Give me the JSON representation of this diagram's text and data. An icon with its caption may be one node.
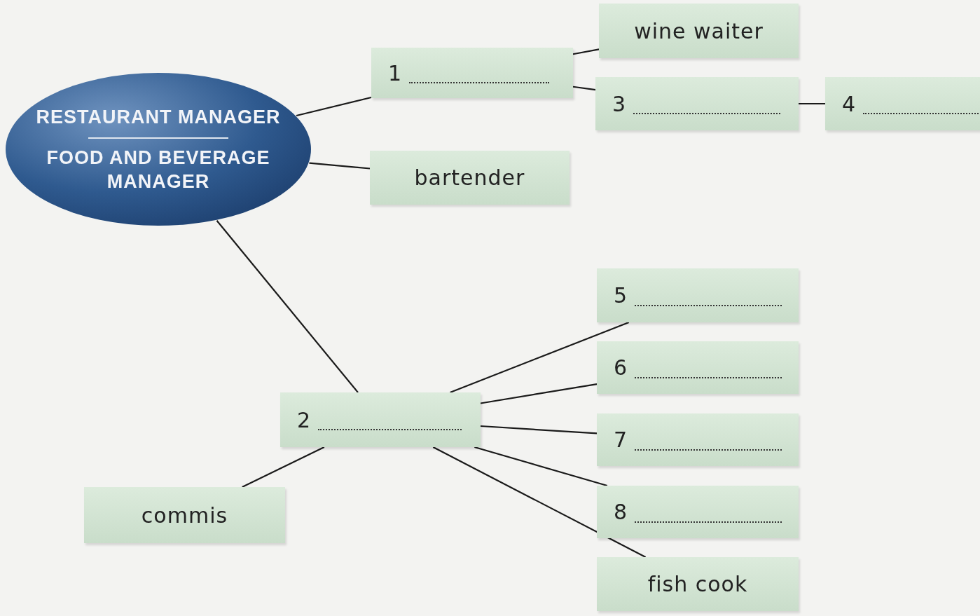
{
  "diagram": {
    "nodes": [
      {
        "text": [
          "RESTAURANT MANAGER",
          "FOOD AND BEVERAGE MANAGER"
        ]
      },
      {
        "text": [
          "1"
        ]
      },
      {
        "text": [
          "wine waiter"
        ]
      },
      {
        "text": [
          "3"
        ]
      },
      {
        "text": [
          "4"
        ]
      },
      {
        "text": [
          "bartender"
        ]
      },
      {
        "text": [
          "2"
        ]
      },
      {
        "text": [
          "5"
        ]
      },
      {
        "text": [
          "6"
        ]
      },
      {
        "text": [
          "7"
        ]
      },
      {
        "text": [
          "8"
        ]
      },
      {
        "text": [
          "fish cook"
        ]
      },
      {
        "text": [
          "commis"
        ]
      }
    ],
    "edges": [
      {
        "from": 0,
        "to": 1,
        "arrow": "none"
      },
      {
        "from": 1,
        "to": 2,
        "arrow": "none"
      },
      {
        "from": 1,
        "to": 3,
        "arrow": "none"
      },
      {
        "from": 3,
        "to": 4,
        "arrow": "none"
      },
      {
        "from": 0,
        "to": 5,
        "arrow": "none"
      },
      {
        "from": 0,
        "to": 6,
        "arrow": "none"
      },
      {
        "from": 6,
        "to": 7,
        "arrow": "none"
      },
      {
        "from": 6,
        "to": 8,
        "arrow": "none"
      },
      {
        "from": 6,
        "to": 9,
        "arrow": "none"
      },
      {
        "from": 6,
        "to": 10,
        "arrow": "none"
      },
      {
        "from": 6,
        "to": 11,
        "arrow": "none"
      },
      {
        "from": 6,
        "to": 12,
        "arrow": "none"
      }
    ]
  }
}
